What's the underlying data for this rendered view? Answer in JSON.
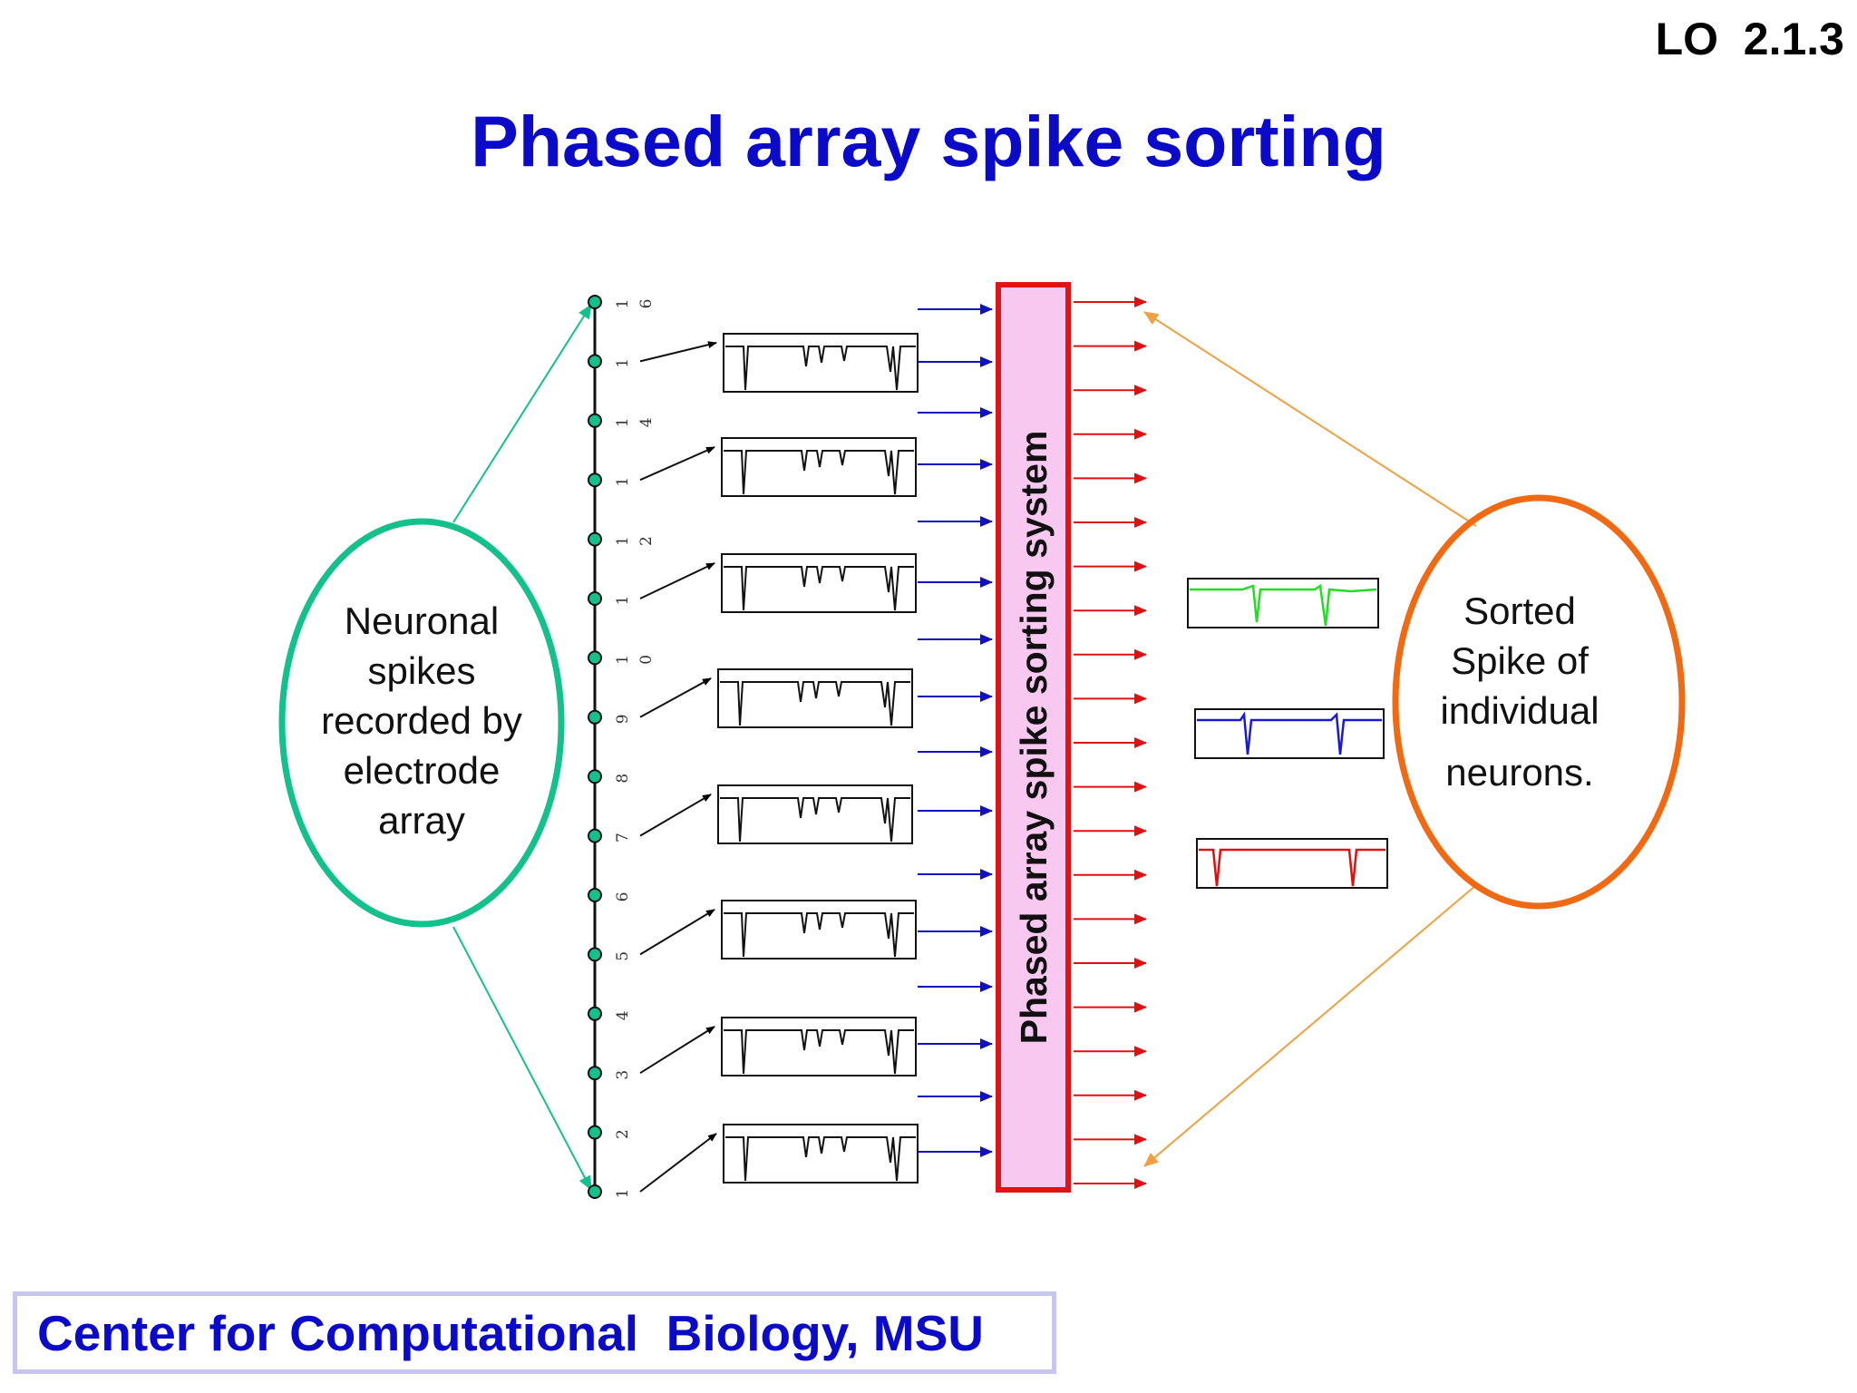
{
  "slide_code": "LO  2.1.3",
  "title": "Phased array spike sorting",
  "left_oval": {
    "lines": [
      "Neuronal",
      "spikes",
      "recorded by",
      "electrode",
      "array"
    ]
  },
  "right_oval": {
    "lines": [
      "Sorted",
      "Spike of",
      "individual",
      "neurons."
    ]
  },
  "system_label": "Phased array spike sorting system",
  "channel_labels": [
    [
      "1",
      "6"
    ],
    [
      "1"
    ],
    [
      "1",
      "4"
    ],
    [
      "1"
    ],
    [
      "1",
      "2"
    ],
    [
      "1"
    ],
    [
      "1",
      "0"
    ],
    [
      "9"
    ],
    [
      "8"
    ],
    [
      "7"
    ],
    [
      "6"
    ],
    [
      "5"
    ],
    [
      "4"
    ],
    [
      "3"
    ],
    [
      "2"
    ],
    [
      "1"
    ]
  ],
  "footer": "Center for Computational  Biology, MSU",
  "colors": {
    "title": "#0a0ac8",
    "left_oval": "#14c08c",
    "right_oval": "#f06a14",
    "system_box_fill": "#f8c8f0",
    "system_box_border": "#e01414",
    "input_arrows": "#1010c0",
    "output_arrows": "#e01010",
    "sorted_traces": [
      "#22dd22",
      "#1a1ad0",
      "#e01010"
    ],
    "footer_border": "#c6c6ee"
  },
  "icons": {
    "electrode": "electrode-node-icon",
    "arrow": "arrow-icon"
  }
}
